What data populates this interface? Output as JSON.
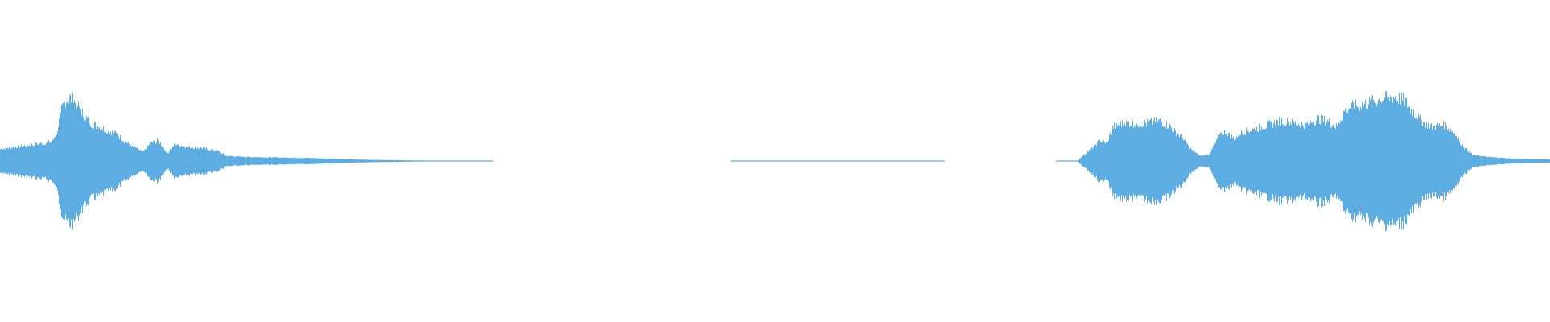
{
  "waveform": {
    "color": "#5DADE2",
    "background": "#FFFFFF",
    "segments": [
      {
        "start": 0.0,
        "end": 0.318
      },
      {
        "start": 0.471,
        "end": 0.609
      },
      {
        "start": 0.681,
        "end": 1.0
      }
    ],
    "amplitude_profile": [
      [
        0.0,
        0.12
      ],
      [
        0.01,
        0.14
      ],
      [
        0.02,
        0.16
      ],
      [
        0.03,
        0.18
      ],
      [
        0.034,
        0.2
      ],
      [
        0.037,
        0.32
      ],
      [
        0.039,
        0.48
      ],
      [
        0.042,
        0.6
      ],
      [
        0.045,
        0.63
      ],
      [
        0.049,
        0.58
      ],
      [
        0.053,
        0.48
      ],
      [
        0.058,
        0.38
      ],
      [
        0.064,
        0.34
      ],
      [
        0.07,
        0.3
      ],
      [
        0.076,
        0.26
      ],
      [
        0.08,
        0.2
      ],
      [
        0.086,
        0.14
      ],
      [
        0.092,
        0.09
      ],
      [
        0.097,
        0.18
      ],
      [
        0.102,
        0.2
      ],
      [
        0.108,
        0.08
      ],
      [
        0.113,
        0.17
      ],
      [
        0.12,
        0.14
      ],
      [
        0.13,
        0.13
      ],
      [
        0.14,
        0.1
      ],
      [
        0.146,
        0.05
      ],
      [
        0.16,
        0.04
      ],
      [
        0.18,
        0.035
      ],
      [
        0.2,
        0.03
      ],
      [
        0.22,
        0.02
      ],
      [
        0.24,
        0.012
      ],
      [
        0.26,
        0.007
      ],
      [
        0.28,
        0.004
      ],
      [
        0.3,
        0.003
      ],
      [
        0.318,
        0.002
      ],
      [
        0.471,
        0.002
      ],
      [
        0.5,
        0.002
      ],
      [
        0.55,
        0.002
      ],
      [
        0.609,
        0.002
      ],
      [
        0.681,
        0.003
      ],
      [
        0.695,
        0.004
      ],
      [
        0.698,
        0.05
      ],
      [
        0.704,
        0.12
      ],
      [
        0.709,
        0.2
      ],
      [
        0.714,
        0.18
      ],
      [
        0.718,
        0.34
      ],
      [
        0.725,
        0.38
      ],
      [
        0.732,
        0.37
      ],
      [
        0.74,
        0.38
      ],
      [
        0.748,
        0.4
      ],
      [
        0.755,
        0.34
      ],
      [
        0.762,
        0.24
      ],
      [
        0.768,
        0.12
      ],
      [
        0.774,
        0.05
      ],
      [
        0.78,
        0.07
      ],
      [
        0.786,
        0.24
      ],
      [
        0.79,
        0.3
      ],
      [
        0.796,
        0.22
      ],
      [
        0.8,
        0.28
      ],
      [
        0.81,
        0.32
      ],
      [
        0.818,
        0.36
      ],
      [
        0.826,
        0.4
      ],
      [
        0.834,
        0.38
      ],
      [
        0.842,
        0.36
      ],
      [
        0.85,
        0.42
      ],
      [
        0.856,
        0.4
      ],
      [
        0.862,
        0.34
      ],
      [
        0.868,
        0.52
      ],
      [
        0.875,
        0.55
      ],
      [
        0.884,
        0.58
      ],
      [
        0.892,
        0.62
      ],
      [
        0.9,
        0.64
      ],
      [
        0.906,
        0.6
      ],
      [
        0.912,
        0.48
      ],
      [
        0.918,
        0.38
      ],
      [
        0.924,
        0.34
      ],
      [
        0.932,
        0.36
      ],
      [
        0.938,
        0.28
      ],
      [
        0.944,
        0.14
      ],
      [
        0.95,
        0.06
      ],
      [
        0.96,
        0.04
      ],
      [
        0.975,
        0.025
      ],
      [
        0.99,
        0.02
      ],
      [
        1.0,
        0.015
      ]
    ]
  }
}
